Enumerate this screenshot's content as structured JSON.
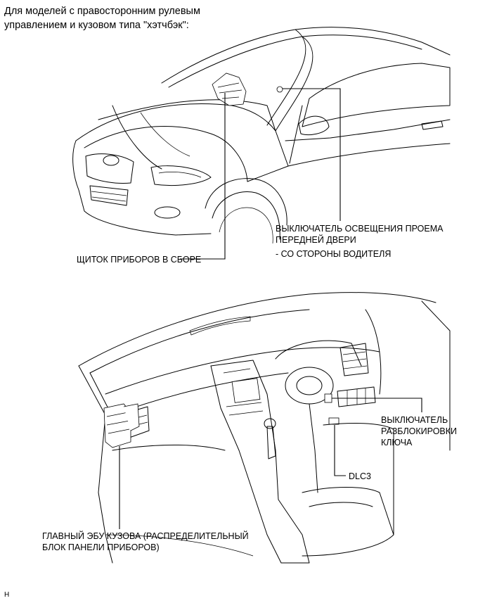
{
  "header": {
    "line1": "Для моделей с правосторонним рулевым",
    "line2": "управлением и кузовом типа \"хэтчбэк\":"
  },
  "labels": {
    "door_switch_line1": "ВЫКЛЮЧАТЕЛЬ ОСВЕЩЕНИЯ ПРОЕМА",
    "door_switch_line2": "ПЕРЕДНЕЙ ДВЕРИ",
    "door_switch_sub": "- СО СТОРОНЫ ВОДИТЕЛЯ",
    "combination_meter": "ЩИТОК ПРИБОРОВ В СБОРЕ",
    "unlock_switch_line1": "ВЫКЛЮЧАТЕЛЬ",
    "unlock_switch_line2": "РАЗБЛОКИРОВКИ",
    "unlock_switch_line3": "КЛЮЧА",
    "dlc3": "DLC3",
    "main_ecu_line1": "ГЛАВНЫЙ ЭБУ КУЗОВА (РАСПРЕДЕЛИТЕЛЬНЫЙ",
    "main_ecu_line2": "БЛОК ПАНЕЛИ ПРИБОРОВ)"
  },
  "footer": {
    "code": "H"
  }
}
